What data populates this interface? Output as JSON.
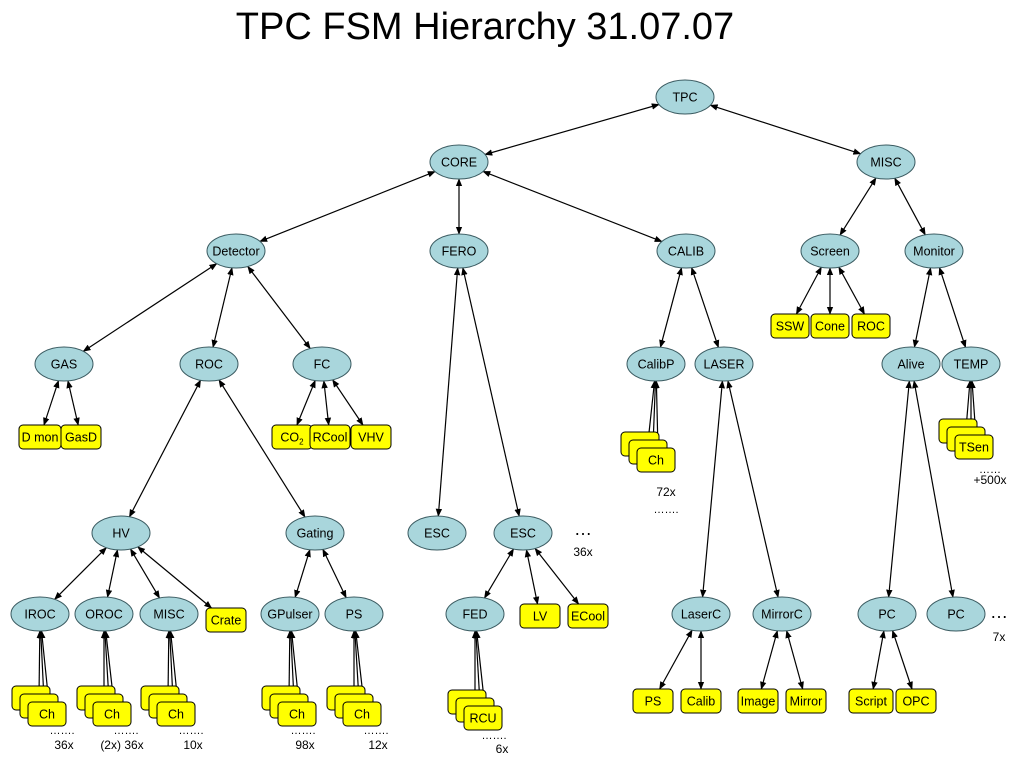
{
  "title": "TPC FSM Hierarchy 31.07.07",
  "colors": {
    "ellipse_fill": "#a9d6dc",
    "ellipse_stroke": "#3a5a60",
    "box_fill": "#ffff00",
    "box_stroke": "#000000",
    "line": "#000000"
  },
  "nodes": [
    {
      "id": "tpc",
      "shape": "ellipse",
      "label": "TPC"
    },
    {
      "id": "core",
      "shape": "ellipse",
      "label": "CORE"
    },
    {
      "id": "misc",
      "shape": "ellipse",
      "label": "MISC"
    },
    {
      "id": "detector",
      "shape": "ellipse",
      "label": "Detector"
    },
    {
      "id": "fero",
      "shape": "ellipse",
      "label": "FERO"
    },
    {
      "id": "calib",
      "shape": "ellipse",
      "label": "CALIB"
    },
    {
      "id": "screen",
      "shape": "ellipse",
      "label": "Screen"
    },
    {
      "id": "monitor",
      "shape": "ellipse",
      "label": "Monitor"
    },
    {
      "id": "ssw",
      "shape": "box",
      "label": "SSW"
    },
    {
      "id": "cone",
      "shape": "box",
      "label": "Cone"
    },
    {
      "id": "roc_s",
      "shape": "box",
      "label": "ROC"
    },
    {
      "id": "gas",
      "shape": "ellipse",
      "label": "GAS"
    },
    {
      "id": "roc",
      "shape": "ellipse",
      "label": "ROC"
    },
    {
      "id": "fc",
      "shape": "ellipse",
      "label": "FC"
    },
    {
      "id": "calibp",
      "shape": "ellipse",
      "label": "CalibP"
    },
    {
      "id": "laser",
      "shape": "ellipse",
      "label": "LASER"
    },
    {
      "id": "alive",
      "shape": "ellipse",
      "label": "Alive"
    },
    {
      "id": "temp",
      "shape": "ellipse",
      "label": "TEMP"
    },
    {
      "id": "dmon",
      "shape": "box",
      "label": "D mon"
    },
    {
      "id": "gasd",
      "shape": "box",
      "label": "GasD"
    },
    {
      "id": "co2",
      "shape": "box",
      "label": "CO",
      "sub": "2"
    },
    {
      "id": "rcool",
      "shape": "box",
      "label": "RCool"
    },
    {
      "id": "vhv",
      "shape": "box",
      "label": "VHV"
    },
    {
      "id": "ch_calibp",
      "shape": "stack",
      "label": "Ch"
    },
    {
      "id": "tsen",
      "shape": "stack",
      "label": "TSen"
    },
    {
      "id": "hv",
      "shape": "ellipse",
      "label": "HV"
    },
    {
      "id": "gating",
      "shape": "ellipse",
      "label": "Gating"
    },
    {
      "id": "esc1",
      "shape": "ellipse",
      "label": "ESC"
    },
    {
      "id": "esc2",
      "shape": "ellipse",
      "label": "ESC"
    },
    {
      "id": "iroc",
      "shape": "ellipse",
      "label": "IROC"
    },
    {
      "id": "oroc",
      "shape": "ellipse",
      "label": "OROC"
    },
    {
      "id": "misc_hv",
      "shape": "ellipse",
      "label": "MISC"
    },
    {
      "id": "crate",
      "shape": "box",
      "label": "Crate"
    },
    {
      "id": "gpulser",
      "shape": "ellipse",
      "label": "GPulser"
    },
    {
      "id": "ps_g",
      "shape": "ellipse",
      "label": "PS"
    },
    {
      "id": "fed",
      "shape": "ellipse",
      "label": "FED"
    },
    {
      "id": "lv",
      "shape": "box",
      "label": "LV"
    },
    {
      "id": "ecool",
      "shape": "box",
      "label": "ECool"
    },
    {
      "id": "laserc",
      "shape": "ellipse",
      "label": "LaserC"
    },
    {
      "id": "mirrorc",
      "shape": "ellipse",
      "label": "MirrorC"
    },
    {
      "id": "pc1",
      "shape": "ellipse",
      "label": "PC"
    },
    {
      "id": "pc2",
      "shape": "ellipse",
      "label": "PC"
    },
    {
      "id": "ch_iroc",
      "shape": "stack",
      "label": "Ch"
    },
    {
      "id": "ch_oroc",
      "shape": "stack",
      "label": "Ch"
    },
    {
      "id": "ch_misc",
      "shape": "stack",
      "label": "Ch"
    },
    {
      "id": "ch_gpul",
      "shape": "stack",
      "label": "Ch"
    },
    {
      "id": "ch_ps",
      "shape": "stack",
      "label": "Ch"
    },
    {
      "id": "rcu",
      "shape": "stack",
      "label": "RCU"
    },
    {
      "id": "ps_l",
      "shape": "box",
      "label": "PS"
    },
    {
      "id": "calib_l",
      "shape": "box",
      "label": "Calib"
    },
    {
      "id": "image",
      "shape": "box",
      "label": "Image"
    },
    {
      "id": "mirror",
      "shape": "box",
      "label": "Mirror"
    },
    {
      "id": "script",
      "shape": "box",
      "label": "Script"
    },
    {
      "id": "opc",
      "shape": "box",
      "label": "OPC"
    }
  ],
  "edges": [
    [
      "tpc",
      "core"
    ],
    [
      "tpc",
      "misc"
    ],
    [
      "core",
      "detector"
    ],
    [
      "core",
      "fero"
    ],
    [
      "core",
      "calib"
    ],
    [
      "misc",
      "screen"
    ],
    [
      "misc",
      "monitor"
    ],
    [
      "screen",
      "ssw"
    ],
    [
      "screen",
      "cone"
    ],
    [
      "screen",
      "roc_s"
    ],
    [
      "monitor",
      "alive"
    ],
    [
      "monitor",
      "temp"
    ],
    [
      "detector",
      "gas"
    ],
    [
      "detector",
      "roc"
    ],
    [
      "detector",
      "fc"
    ],
    [
      "gas",
      "dmon"
    ],
    [
      "gas",
      "gasd"
    ],
    [
      "fc",
      "co2"
    ],
    [
      "fc",
      "rcool"
    ],
    [
      "fc",
      "vhv"
    ],
    [
      "roc",
      "hv"
    ],
    [
      "roc",
      "gating"
    ],
    [
      "fero",
      "esc1"
    ],
    [
      "fero",
      "esc2"
    ],
    [
      "calib",
      "calibp"
    ],
    [
      "calib",
      "laser"
    ],
    [
      "calibp",
      "ch_calibp"
    ],
    [
      "temp",
      "tsen"
    ],
    [
      "hv",
      "iroc"
    ],
    [
      "hv",
      "oroc"
    ],
    [
      "hv",
      "misc_hv"
    ],
    [
      "hv",
      "crate"
    ],
    [
      "gating",
      "gpulser"
    ],
    [
      "gating",
      "ps_g"
    ],
    [
      "esc2",
      "fed"
    ],
    [
      "esc2",
      "lv"
    ],
    [
      "esc2",
      "ecool"
    ],
    [
      "laser",
      "laserc"
    ],
    [
      "laser",
      "mirrorc"
    ],
    [
      "alive",
      "pc1"
    ],
    [
      "alive",
      "pc2"
    ],
    [
      "iroc",
      "ch_iroc"
    ],
    [
      "oroc",
      "ch_oroc"
    ],
    [
      "misc_hv",
      "ch_misc"
    ],
    [
      "gpulser",
      "ch_gpul"
    ],
    [
      "ps_g",
      "ch_ps"
    ],
    [
      "fed",
      "rcu"
    ],
    [
      "laserc",
      "ps_l"
    ],
    [
      "laserc",
      "calib_l"
    ],
    [
      "mirrorc",
      "image"
    ],
    [
      "mirrorc",
      "mirror"
    ],
    [
      "pc1",
      "script"
    ],
    [
      "pc1",
      "opc"
    ]
  ],
  "annotations": [
    {
      "id": "esc_dots",
      "text": "…"
    },
    {
      "id": "esc_count",
      "text": "36x"
    },
    {
      "id": "pc_dots",
      "text": "…"
    },
    {
      "id": "pc_count",
      "text": "7x"
    },
    {
      "id": "calibp_count",
      "text": "72x"
    },
    {
      "id": "calibp_dots",
      "text": "……."
    },
    {
      "id": "tsen_dots",
      "text": "……"
    },
    {
      "id": "tsen_count",
      "text": "+500x"
    },
    {
      "id": "iroc_dots",
      "text": "……."
    },
    {
      "id": "iroc_count",
      "text": "36x"
    },
    {
      "id": "oroc_dots",
      "text": "……."
    },
    {
      "id": "oroc_count",
      "text": "(2x) 36x"
    },
    {
      "id": "misc_dots",
      "text": "……."
    },
    {
      "id": "misc_count",
      "text": "10x"
    },
    {
      "id": "gpul_dots",
      "text": "……."
    },
    {
      "id": "gpul_count",
      "text": "98x"
    },
    {
      "id": "ps_dots",
      "text": "……."
    },
    {
      "id": "ps_count",
      "text": "12x"
    },
    {
      "id": "rcu_dots",
      "text": "……."
    },
    {
      "id": "rcu_count",
      "text": "6x"
    }
  ]
}
